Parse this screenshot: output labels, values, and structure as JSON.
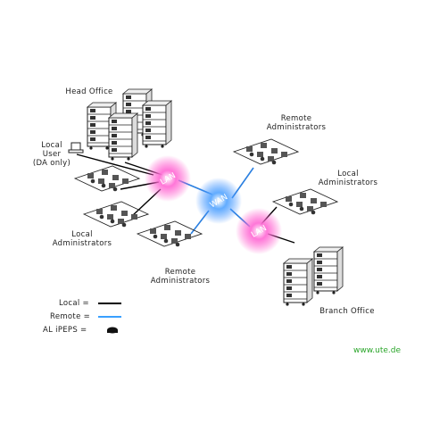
{
  "nodes": {
    "head_office": "Head Office",
    "local_user": [
      "Local",
      "User",
      "(DA only)"
    ],
    "local_admins_left": [
      "Local",
      "Administrators"
    ],
    "remote_admins_bottom": [
      "Remote",
      "Administrators"
    ],
    "remote_admins_top": [
      "Remote",
      "Administrators"
    ],
    "local_admins_right": [
      "Local",
      "Administrators"
    ],
    "branch_office": "Branch Office",
    "lan_1": "LAN",
    "wan": "WAN",
    "lan_2": "LAN"
  },
  "legend": [
    {
      "label": "Local =",
      "color": "#000000"
    },
    {
      "label": "Remote =",
      "color": "#3aa0ff"
    },
    {
      "label": "AL iPEPS =",
      "icon": "router-icon"
    }
  ],
  "credit": "www.ute.de",
  "colors": {
    "lan_glow": "#ff4fc8",
    "wan_glow": "#3a8cff",
    "local_line": "#000000",
    "remote_line": "#3aa0ff"
  }
}
